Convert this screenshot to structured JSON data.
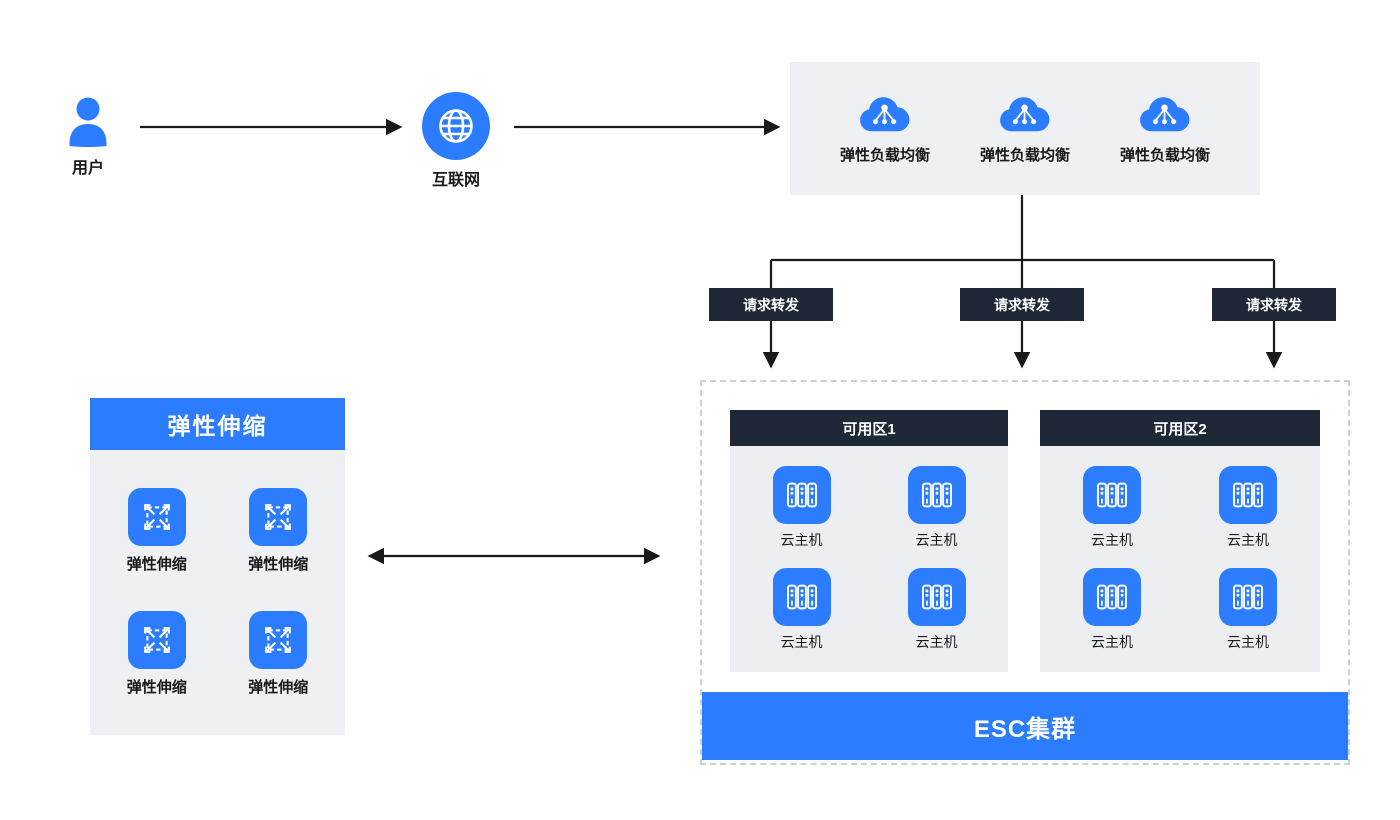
{
  "colors": {
    "accent_blue": "#2b7cff",
    "dark_navy": "#1e2837",
    "panel_gray": "#eef0f3",
    "arrow": "#1a1a1a",
    "dashed_border": "#c9d0d8"
  },
  "user": {
    "label": "用户"
  },
  "internet": {
    "label": "互联网"
  },
  "load_balancers": {
    "items": [
      {
        "label": "弹性负载均衡"
      },
      {
        "label": "弹性负载均衡"
      },
      {
        "label": "弹性负载均衡"
      }
    ]
  },
  "forwarders": {
    "items": [
      {
        "label": "请求转发"
      },
      {
        "label": "请求转发"
      },
      {
        "label": "请求转发"
      }
    ]
  },
  "cluster": {
    "banner": "ESC集群",
    "zones": [
      {
        "title": "可用区1",
        "hosts": [
          "云主机",
          "云主机",
          "云主机",
          "云主机"
        ]
      },
      {
        "title": "可用区2",
        "hosts": [
          "云主机",
          "云主机",
          "云主机",
          "云主机"
        ]
      }
    ]
  },
  "scaling": {
    "title": "弹性伸缩",
    "items": [
      "弹性伸缩",
      "弹性伸缩",
      "弹性伸缩",
      "弹性伸缩"
    ]
  }
}
